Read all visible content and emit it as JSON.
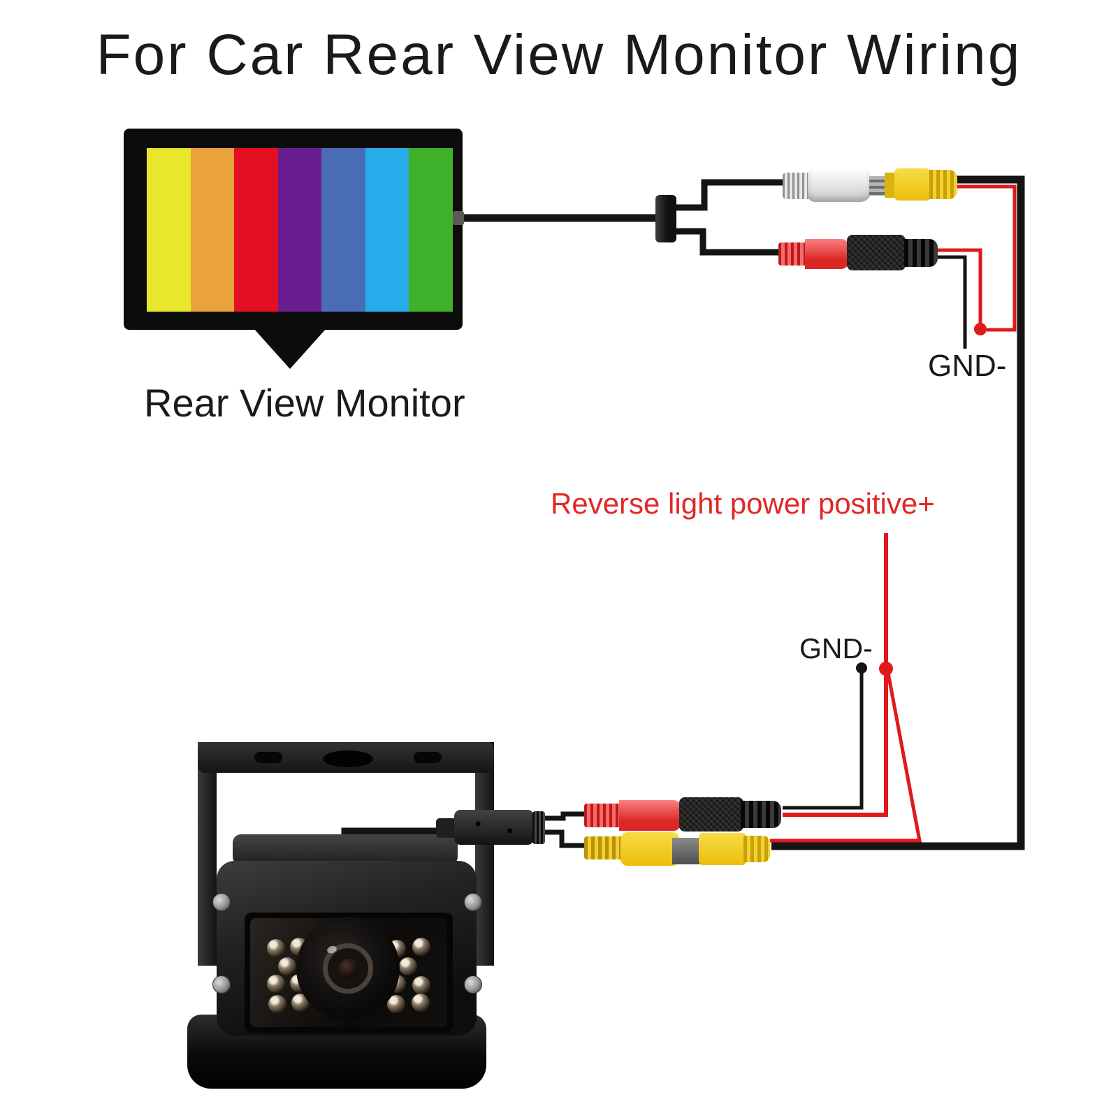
{
  "title": "For Car Rear View Monitor Wiring",
  "monitor": {
    "label": "Rear View Monitor",
    "test_bars": [
      "#e9e72c",
      "#eaa33b",
      "#e21020",
      "#6a1d8e",
      "#4a6cb5",
      "#27aceb",
      "#3fb02a"
    ]
  },
  "wiring": {
    "monitor_ground_label": "GND-",
    "camera_ground_label": "GND-",
    "reverse_power_label": "Reverse light power positive+"
  },
  "icons": {
    "monitor_video_plug": "white-rca-female",
    "monitor_video_jack": "yellow-rca-male",
    "power_socket": "red-dc-female",
    "power_plug": "black-dc-male",
    "camera_video_plug": "yellow-rca-female",
    "camera_video_jack": "yellow-rca-male",
    "camera_pigtail": "molded-connector"
  },
  "colors": {
    "wire_red": "#e0191c",
    "wire_black": "#141414",
    "label_red": "#e12726",
    "label_black": "#1a1a1a"
  }
}
